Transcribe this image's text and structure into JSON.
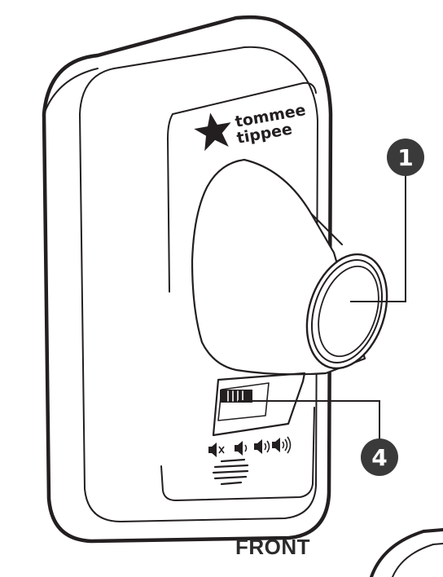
{
  "brand": {
    "line1": "tommee",
    "line2": "tippee"
  },
  "callouts": [
    {
      "number": "1"
    },
    {
      "number": "4"
    }
  ],
  "caption": "FRONT",
  "icons": [
    "star-logo-icon",
    "mute-icon",
    "volume-low-icon",
    "volume-medium-icon",
    "volume-high-icon",
    "speaker-grille-icon"
  ],
  "colors": {
    "line": "#231f20",
    "callout_bg": "#3a3a3a",
    "fill": "#ffffff"
  }
}
